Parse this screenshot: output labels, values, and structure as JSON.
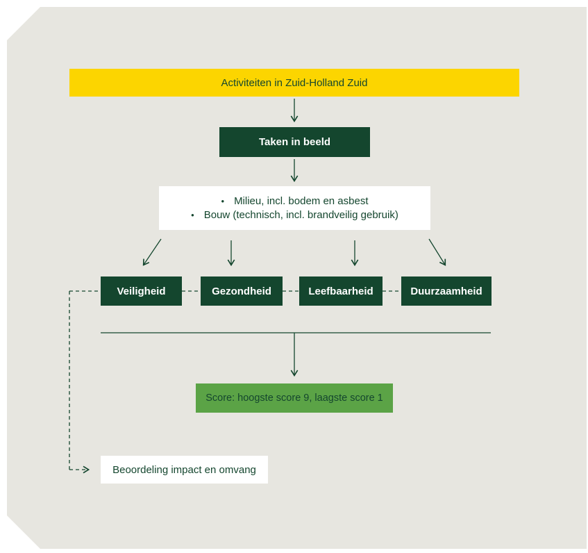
{
  "colors": {
    "background": "#e7e6e0",
    "yellow": "#fcd500",
    "dark_green": "#14462e",
    "light_green": "#5ba346",
    "white": "#ffffff"
  },
  "diagram": {
    "bullet_char": "•",
    "top_banner": "Activiteiten in Zuid-Holland Zuid",
    "taken_box": "Taken in beeld",
    "bullets": [
      "Milieu, incl. bodem en asbest",
      "Bouw (technisch, incl. brandveilig gebruik)"
    ],
    "categories": [
      {
        "label": "Veiligheid"
      },
      {
        "label": "Gezondheid"
      },
      {
        "label": "Leefbaarheid"
      },
      {
        "label": "Duurzaamheid"
      }
    ],
    "score_box": "Score: hoogste score 9, laagste score 1",
    "assessment_box": "Beoordeling impact en omvang"
  }
}
